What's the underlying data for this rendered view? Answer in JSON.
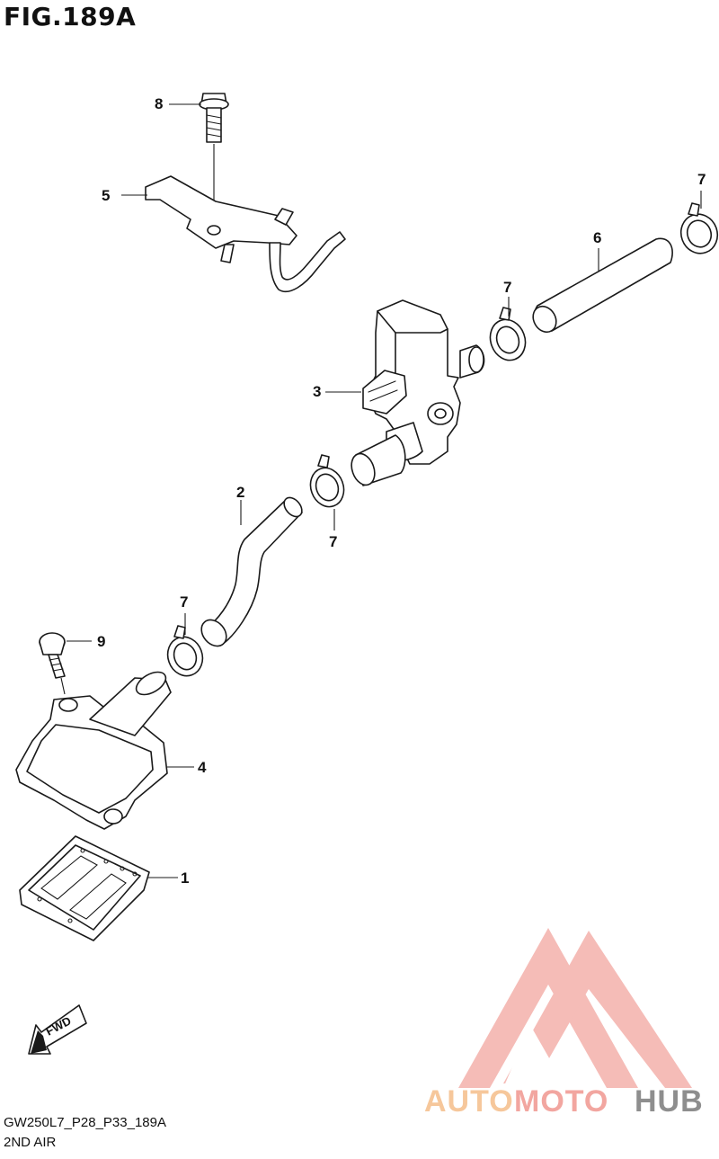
{
  "header": {
    "figure_title": "FIG.189A"
  },
  "callouts": {
    "c8": "8",
    "c5": "5",
    "c7a": "7",
    "c6": "6",
    "c7b": "7",
    "c3": "3",
    "c2": "2",
    "c7c": "7",
    "c7d": "7",
    "c9": "9",
    "c4": "4",
    "c1": "1"
  },
  "direction_label": "FWD",
  "footer": {
    "code": "GW250L7_P28_P33_189A",
    "title": "2ND AIR"
  },
  "watermark": {
    "part1": "AUTO",
    "part2": "MOTO",
    "part3": "HUB",
    "color_light": "#f6c79b",
    "color_mid": "#f2a6a0",
    "color_dark": "#8e8e8e"
  }
}
